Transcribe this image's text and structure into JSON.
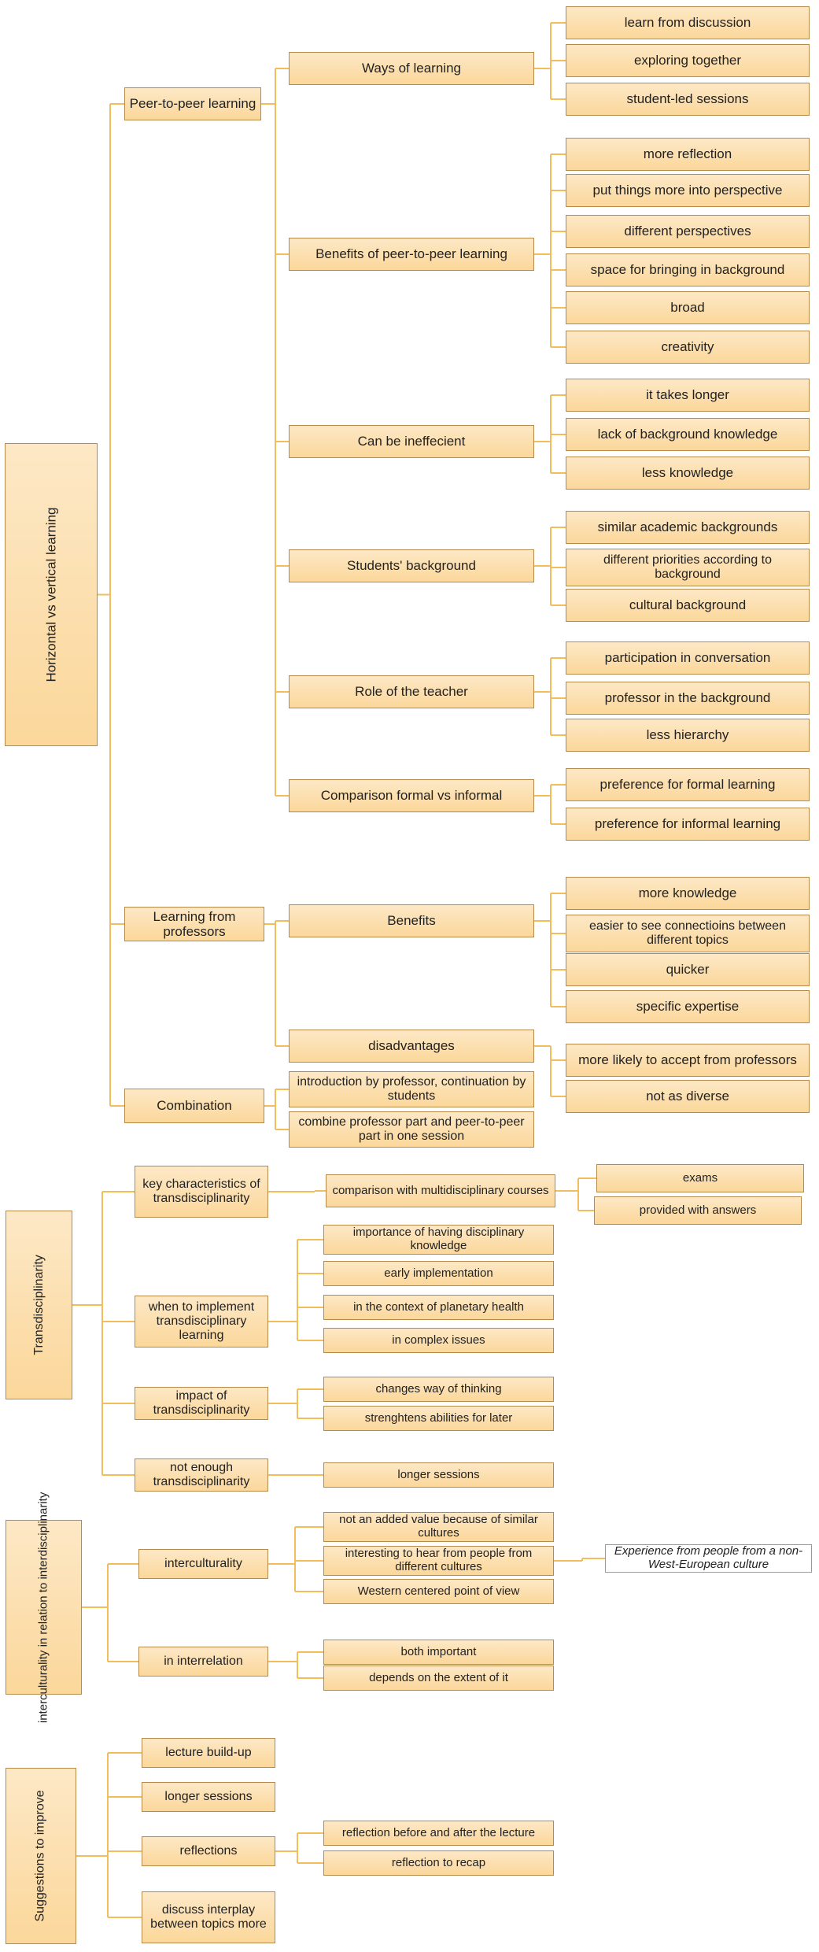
{
  "colors": {
    "node_fill_top": "#fde8c6",
    "node_fill_bottom": "#fbd79a",
    "node_border": "#b58a4a",
    "connector": "#f2bd5a"
  },
  "trees": [
    {
      "id": "horizontal",
      "root": "Horizontal vs vertical learning",
      "children": [
        {
          "label": "Peer-to-peer learning",
          "children": [
            {
              "label": "Ways of learning",
              "children": [
                {
                  "label": "learn from discussion"
                },
                {
                  "label": "exploring together"
                },
                {
                  "label": "student-led sessions"
                }
              ]
            },
            {
              "label": "Benefits of peer-to-peer learning",
              "children": [
                {
                  "label": "more reflection"
                },
                {
                  "label": "put things more into perspective"
                },
                {
                  "label": "different perspectives"
                },
                {
                  "label": "space for bringing in background"
                },
                {
                  "label": "broad"
                },
                {
                  "label": "creativity"
                }
              ]
            },
            {
              "label": "Can be ineffecient",
              "children": [
                {
                  "label": "it takes longer"
                },
                {
                  "label": "lack of background knowledge"
                },
                {
                  "label": "less knowledge"
                }
              ]
            },
            {
              "label": "Students' background",
              "children": [
                {
                  "label": "similar academic backgrounds"
                },
                {
                  "label": "different priorities according to background"
                },
                {
                  "label": "cultural background"
                }
              ]
            },
            {
              "label": "Role of the teacher",
              "children": [
                {
                  "label": "participation in conversation"
                },
                {
                  "label": "professor in the background"
                },
                {
                  "label": "less hierarchy"
                }
              ]
            },
            {
              "label": "Comparison formal vs informal",
              "children": [
                {
                  "label": "preference for formal learning"
                },
                {
                  "label": "preference for informal learning"
                }
              ]
            }
          ]
        },
        {
          "label": "Learning from professors",
          "children": [
            {
              "label": "Benefits",
              "children": [
                {
                  "label": "more knowledge"
                },
                {
                  "label": "easier to see connectioins between different topics"
                },
                {
                  "label": "quicker"
                },
                {
                  "label": "specific expertise"
                }
              ]
            },
            {
              "label": "disadvantages",
              "children": [
                {
                  "label": "more likely to accept from professors"
                },
                {
                  "label": "not as diverse"
                }
              ]
            }
          ]
        },
        {
          "label": "Combination",
          "children": [
            {
              "label": "introduction by professor, continuation by students"
            },
            {
              "label": "combine professor part and peer-to-peer part in one session"
            }
          ]
        }
      ]
    },
    {
      "id": "transdisciplinarity",
      "root": "Transdisciplinarity",
      "children": [
        {
          "label": "key characteristics of transdisciplinarity",
          "children": [
            {
              "label": "comparison with multidisciplinary courses",
              "children": [
                {
                  "label": "exams"
                },
                {
                  "label": "provided with answers"
                }
              ]
            }
          ]
        },
        {
          "label": "when to implement transdisciplinary learning",
          "children": [
            {
              "label": "importance of having disciplinary knowledge"
            },
            {
              "label": "early implementation"
            },
            {
              "label": "in the context of planetary health"
            },
            {
              "label": "in complex issues"
            }
          ]
        },
        {
          "label": "impact of transdisciplinarity",
          "children": [
            {
              "label": "changes way of thinking"
            },
            {
              "label": "strenghtens abilities for later"
            }
          ]
        },
        {
          "label": "not enough transdisciplinarity",
          "children": [
            {
              "label": "longer sessions"
            }
          ]
        }
      ]
    },
    {
      "id": "interculturality",
      "root": "interculturality in relation to interdisciplinarity",
      "children": [
        {
          "label": "interculturality",
          "children": [
            {
              "label": "not an added value because of similar cultures"
            },
            {
              "label": "interesting to hear from people from different cultures",
              "children": [
                {
                  "label": "Experience from people from a non-West-European culture"
                }
              ]
            },
            {
              "label": "Western centered point of view"
            }
          ]
        },
        {
          "label": "in interrelation",
          "children": [
            {
              "label": "both important"
            },
            {
              "label": "depends on the extent of it"
            }
          ]
        }
      ]
    },
    {
      "id": "suggestions",
      "root": "Suggestions to improve",
      "children": [
        {
          "label": "lecture build-up"
        },
        {
          "label": "longer sessions"
        },
        {
          "label": "reflections",
          "children": [
            {
              "label": "reflection before and after the lecture"
            },
            {
              "label": "reflection to recap"
            }
          ]
        },
        {
          "label": "discuss interplay between topics more"
        }
      ]
    }
  ]
}
